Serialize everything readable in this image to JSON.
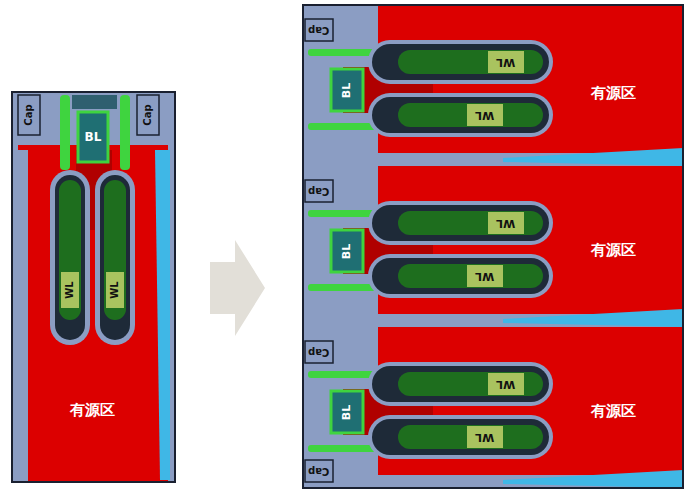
{
  "diagram": {
    "labels": [
      "Cap",
      "BL",
      "Cap",
      "WL",
      "WL",
      "有源区",
      "Cap",
      "WL",
      "BL",
      "WL",
      "有源区",
      "Cap",
      "WL",
      "BL",
      "WL",
      "有源区",
      "Cap",
      "WL",
      "BL",
      "WL",
      "有源区",
      "Cap"
    ]
  }
}
